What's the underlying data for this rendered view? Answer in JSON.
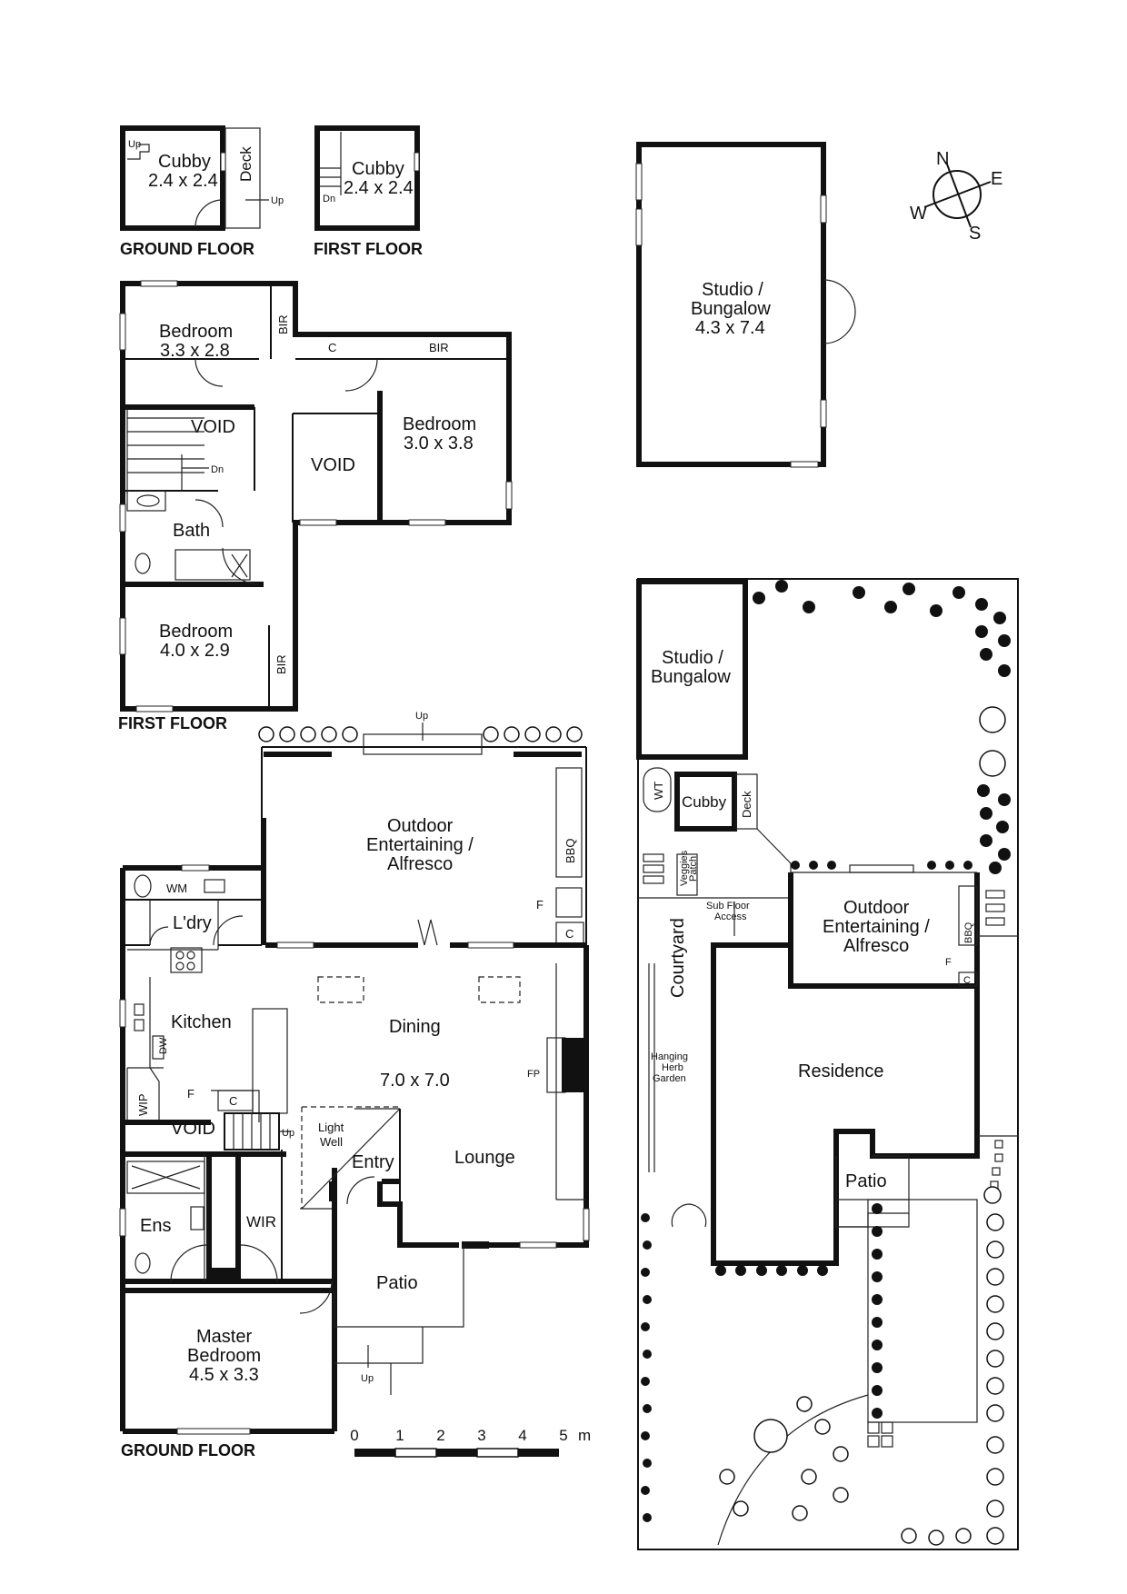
{
  "cubby_ground": {
    "room": "Cubby",
    "size": "2.4 x 2.4",
    "deck": "Deck",
    "up": "Up",
    "up2": "Up",
    "caption": "GROUND FLOOR"
  },
  "cubby_first": {
    "room": "Cubby",
    "size": "2.4 x 2.4",
    "dn": "Dn",
    "caption": "FIRST FLOOR"
  },
  "compass": {
    "n": "N",
    "e": "E",
    "s": "S",
    "w": "W"
  },
  "studio": {
    "name": "Studio /",
    "name2": "Bungalow",
    "size": "4.3 x 7.4"
  },
  "first_floor": {
    "bed1": {
      "name": "Bedroom",
      "size": "3.3 x 2.8"
    },
    "bir1": "BIR",
    "c": "C",
    "bir2": "BIR",
    "void1": "VOID",
    "void2": "VOID",
    "dn": "Dn",
    "bed2": {
      "name": "Bedroom",
      "size": "3.0 x 3.8"
    },
    "bath": "Bath",
    "bed3": {
      "name": "Bedroom",
      "size": "4.0 x 2.9"
    },
    "bir3": "BIR",
    "caption": "FIRST FLOOR"
  },
  "ground_floor": {
    "up_top": "Up",
    "outdoor": {
      "l1": "Outdoor",
      "l2": "Entertaining /",
      "l3": "Alfresco"
    },
    "bbq": "BBQ",
    "f1": "F",
    "c1": "C",
    "wm": "WM",
    "ldry": "L'dry",
    "kitchen": "Kitchen",
    "dw": "DW",
    "dining": "Dining",
    "size": "7.0 x 7.0",
    "fp": "FP",
    "wip": "WIP",
    "f2": "F",
    "c2": "C",
    "void": "VOID",
    "up_stair": "Up",
    "lightwell": {
      "l1": "Light",
      "l2": "Well"
    },
    "entry": "Entry",
    "lounge": "Lounge",
    "ens": "Ens",
    "wir": "WIR",
    "patio": "Patio",
    "up_patio": "Up",
    "master": {
      "l1": "Master",
      "l2": "Bedroom",
      "size": "4.5 x 3.3"
    },
    "caption": "GROUND FLOOR"
  },
  "scale": {
    "labels": [
      "0",
      "1",
      "2",
      "3",
      "4",
      "5"
    ],
    "unit": "m"
  },
  "site": {
    "studio": {
      "l1": "Studio /",
      "l2": "Bungalow"
    },
    "wt": "WT",
    "cubby": "Cubby",
    "deck": "Deck",
    "veggies": {
      "l1": "Veggies",
      "l2": "Patch"
    },
    "subfloor": {
      "l1": "Sub Floor",
      "l2": "Access"
    },
    "courtyard": "Courtyard",
    "outdoor": {
      "l1": "Outdoor",
      "l2": "Entertaining /",
      "l3": "Alfresco"
    },
    "bbq": "BBQ",
    "f": "F",
    "c": "C",
    "herb": {
      "l1": "Hanging",
      "l2": "Herb",
      "l3": "Garden"
    },
    "residence": "Residence",
    "patio": "Patio"
  }
}
